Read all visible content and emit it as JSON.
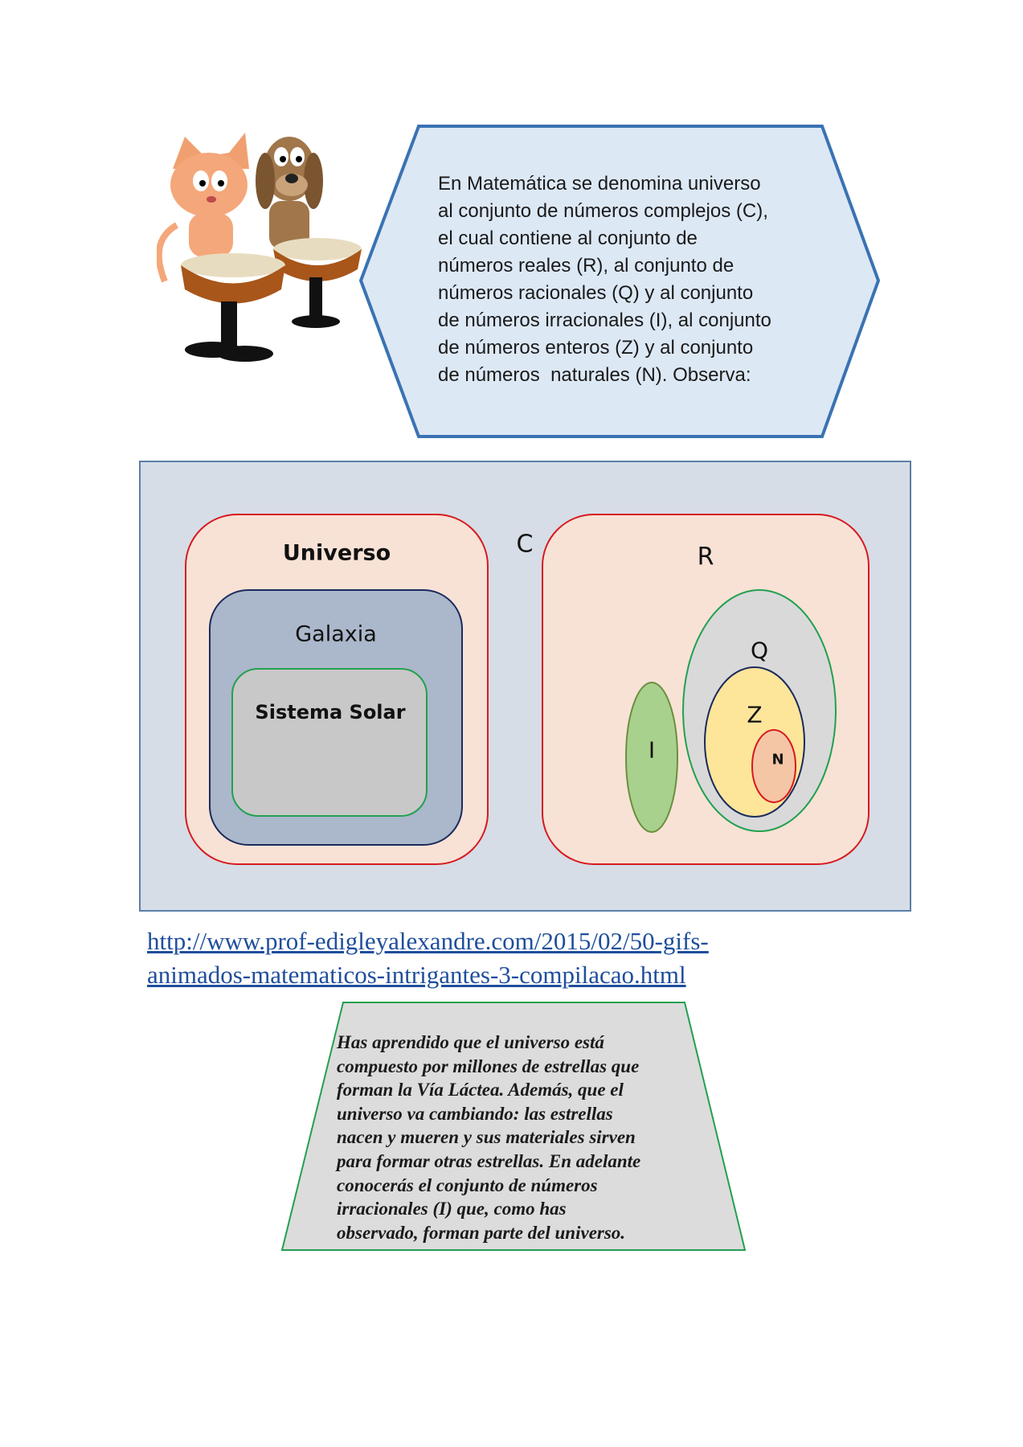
{
  "intro": {
    "lines": [
      "En Matemática se denomina universo",
      "al conjunto de números complejos (C),",
      "el cual contiene al conjunto de",
      "números reales (R), al conjunto de",
      "números racionales (Q) y al conjunto",
      "de números irracionales (I), al conjunto",
      "de números enteros (Z) y al conjunto",
      "de números  naturales (N). Observa:"
    ]
  },
  "diagram": {
    "universe_label": "Universo",
    "galaxy_label": "Galaxia",
    "solar_label": "Sistema Solar",
    "c_label": "C",
    "r_label": "R",
    "q_label": "Q",
    "z_label": "Z",
    "n_label": "N",
    "i_label": "I",
    "colors": {
      "bg": "#d6dde6",
      "outer": "#f8e2d6",
      "red": "#d7191f",
      "galaxy": "#abb7cb",
      "navy": "#1a2a5c",
      "solar": "#c8c8c8",
      "green": "#22a050",
      "q": "#d9d9d9",
      "z": "#fde59a",
      "n": "#f4c6a6",
      "i": "#a9d18e"
    }
  },
  "link": {
    "lines": [
      "http://www.prof-edigleyalexandre.com/2015/02/50-gifs-",
      "animados-matematicos-intrigantes-3-compilacao.html"
    ]
  },
  "summary": {
    "lines": [
      "Has aprendido que el universo está",
      "compuesto por millones de estrellas que",
      "forman la Vía Láctea. Además, que el",
      "universo va cambiando: las estrellas",
      "nacen y mueren y sus materiales sirven",
      "para formar otras estrellas. En adelante",
      "conocerás el conjunto de números",
      "irracionales (I) que, como has",
      "observado, forman parte del universo."
    ]
  }
}
